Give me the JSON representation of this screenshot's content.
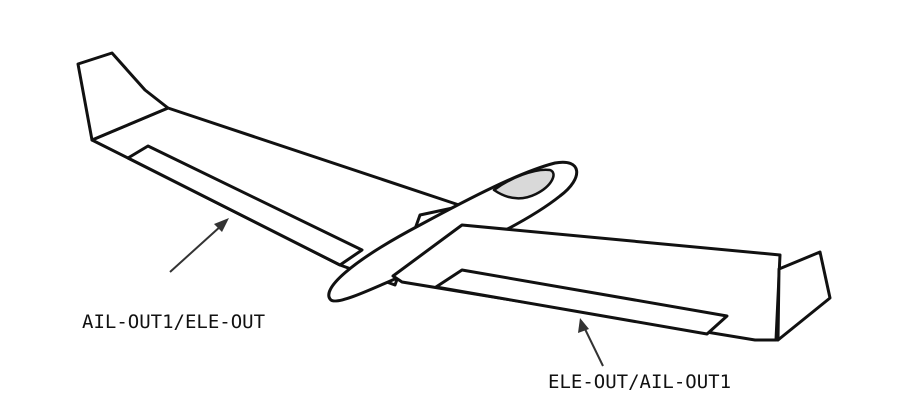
{
  "diagram": {
    "subject": "flying-wing glider with wingtip fins, two control surfaces",
    "colors": {
      "line": "#111111",
      "fill": "#ffffff",
      "canopy": "#d9d9d9"
    },
    "callouts": {
      "left_surface": {
        "label": "AIL-OUT1/ELE-OUT"
      },
      "right_surface": {
        "label": "ELE-OUT/AIL-OUT1"
      }
    }
  }
}
